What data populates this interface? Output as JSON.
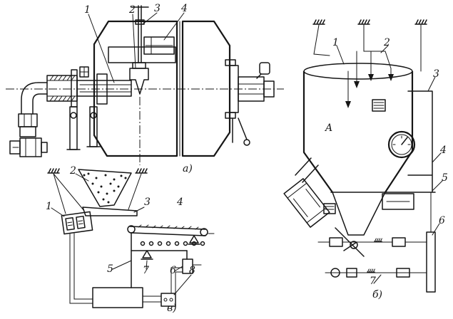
{
  "figure_a": {
    "caption": "a)",
    "labels": [
      "1",
      "2",
      "3",
      "4"
    ]
  },
  "figure_b": {
    "caption": "б)",
    "tank_label": "A",
    "labels": [
      "1",
      "2",
      "3",
      "4",
      "5",
      "6",
      "7"
    ]
  },
  "figure_v": {
    "caption": "в)",
    "labels": [
      "1",
      "2",
      "3",
      "4",
      "5",
      "6",
      "7",
      "8"
    ]
  }
}
